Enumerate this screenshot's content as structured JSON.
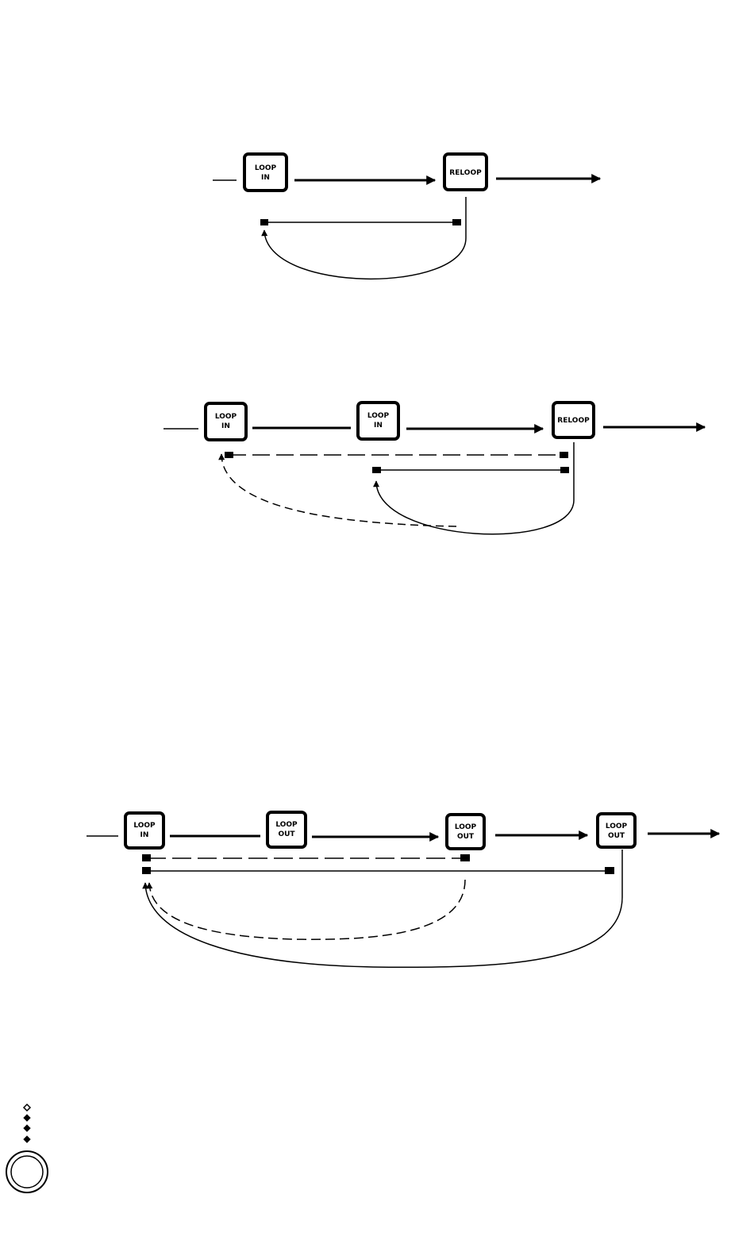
{
  "colors": {
    "ink": "#000000",
    "background": "#ffffff"
  },
  "diagrams": [
    {
      "id": "diagram-1",
      "buttons": [
        {
          "id": "loop-in",
          "lines": [
            "LOOP",
            "IN"
          ]
        },
        {
          "id": "reloop",
          "lines": [
            "RELOOP"
          ]
        }
      ]
    },
    {
      "id": "diagram-2",
      "buttons": [
        {
          "id": "loop-in-1",
          "lines": [
            "LOOP",
            "IN"
          ]
        },
        {
          "id": "loop-in-2",
          "lines": [
            "LOOP",
            "IN"
          ]
        },
        {
          "id": "reloop",
          "lines": [
            "RELOOP"
          ]
        }
      ]
    },
    {
      "id": "diagram-3",
      "buttons": [
        {
          "id": "loop-in",
          "lines": [
            "LOOP",
            "IN"
          ]
        },
        {
          "id": "loop-out-1",
          "lines": [
            "LOOP",
            "OUT"
          ]
        },
        {
          "id": "loop-out-2",
          "lines": [
            "LOOP",
            "OUT"
          ]
        },
        {
          "id": "loop-out-3",
          "lines": [
            "LOOP",
            "OUT"
          ]
        }
      ]
    }
  ],
  "icons": {
    "corner": "page-corner-circle-icon"
  }
}
